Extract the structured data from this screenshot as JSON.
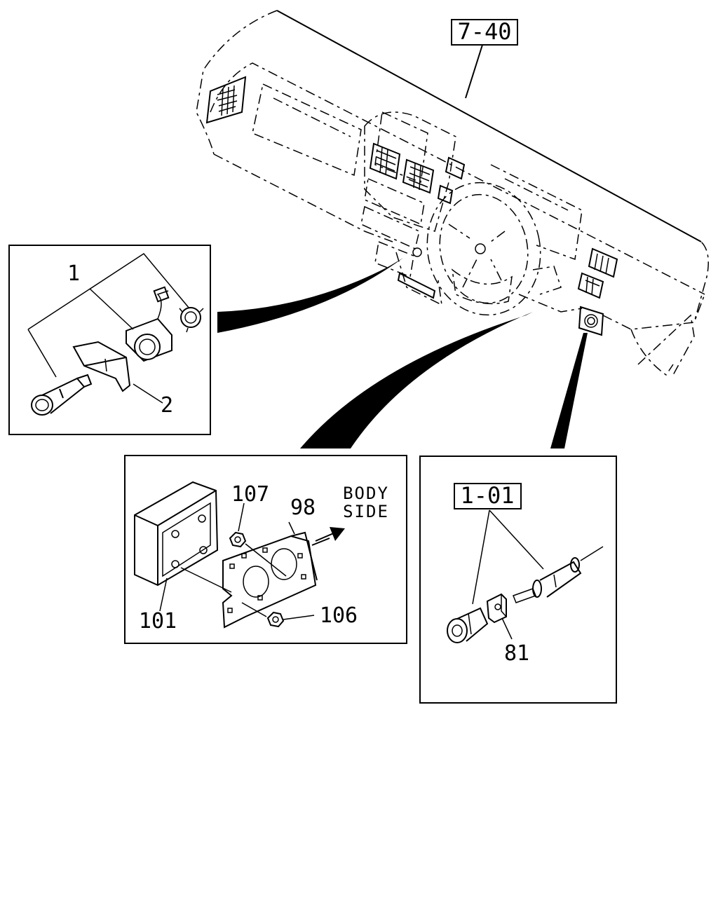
{
  "references": {
    "dashboard": "7-40",
    "lighter_socket": "1-01"
  },
  "callouts": {
    "lighter_assembly": "1",
    "bracket": "2",
    "panel_bracket": "98",
    "stud": "101",
    "nut_lower": "106",
    "nut_upper": "107",
    "clip": "81"
  },
  "direction_label": {
    "line1": "BODY",
    "line2": "SIDE"
  }
}
